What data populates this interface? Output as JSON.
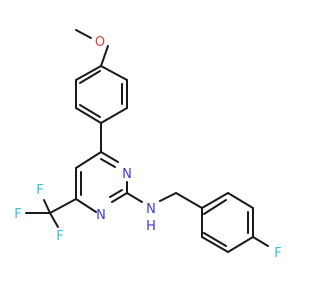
{
  "molecule": {
    "colors": {
      "carbon": "#1a1a1a",
      "nitrogen": "#3a3ad9",
      "oxygen": "#e23c3c",
      "fluorine": "#35c0dc",
      "background": "#ffffff"
    },
    "atoms": {
      "oxygen": "O",
      "ring_n1": "N",
      "ring_n2": "N",
      "amine_n": "N",
      "amine_h": "H",
      "f_para": "F",
      "f1": "F",
      "f2": "F",
      "f3": "F"
    }
  }
}
